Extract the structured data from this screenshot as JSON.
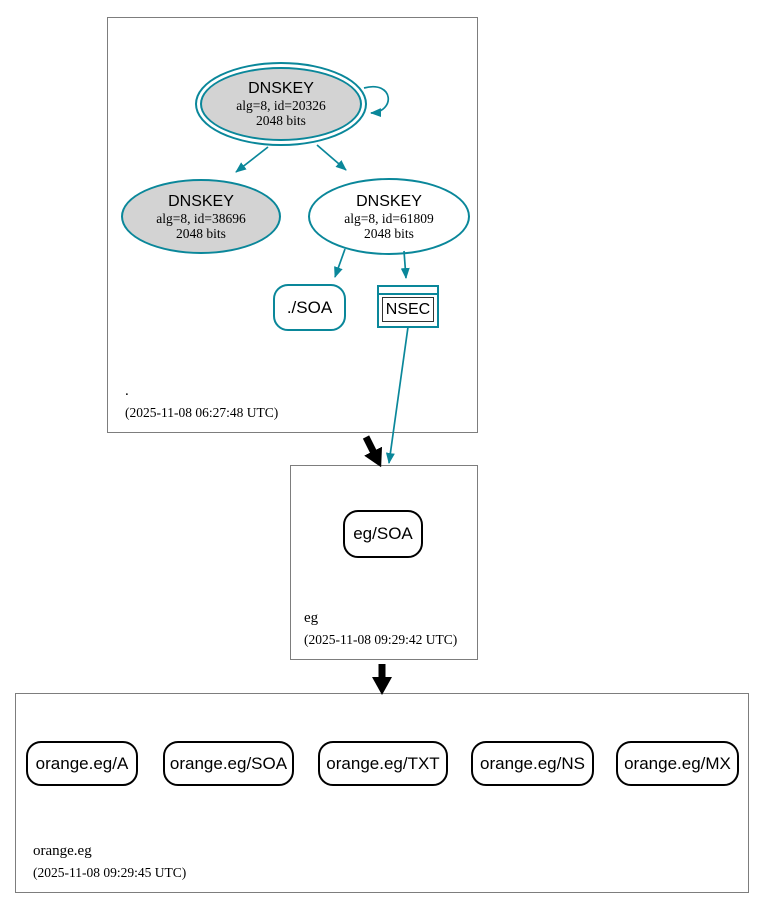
{
  "colors": {
    "secure": "#0a879a",
    "key_fill": "#d3d3d3",
    "zone_border": "#7d7d7d",
    "edge_black": "#000000"
  },
  "zones": [
    {
      "name": ".",
      "timestamp": "(2025-11-08 06:27:48 UTC)",
      "nodes": {
        "ksk": {
          "title": "DNSKEY",
          "alg": "alg=8, id=20326",
          "bits": "2048 bits"
        },
        "zsk1": {
          "title": "DNSKEY",
          "alg": "alg=8, id=38696",
          "bits": "2048 bits"
        },
        "zsk2": {
          "title": "DNSKEY",
          "alg": "alg=8, id=61809",
          "bits": "2048 bits"
        },
        "soa": {
          "label": "./SOA"
        },
        "nsec": {
          "label": "NSEC"
        }
      }
    },
    {
      "name": "eg",
      "timestamp": "(2025-11-08 09:29:42 UTC)",
      "nodes": {
        "soa": {
          "label": "eg/SOA"
        }
      }
    },
    {
      "name": "orange.eg",
      "timestamp": "(2025-11-08 09:29:45 UTC)",
      "nodes": {
        "a": {
          "label": "orange.eg/A"
        },
        "soa": {
          "label": "orange.eg/SOA"
        },
        "txt": {
          "label": "orange.eg/TXT"
        },
        "ns": {
          "label": "orange.eg/NS"
        },
        "mx": {
          "label": "orange.eg/MX"
        }
      }
    }
  ]
}
